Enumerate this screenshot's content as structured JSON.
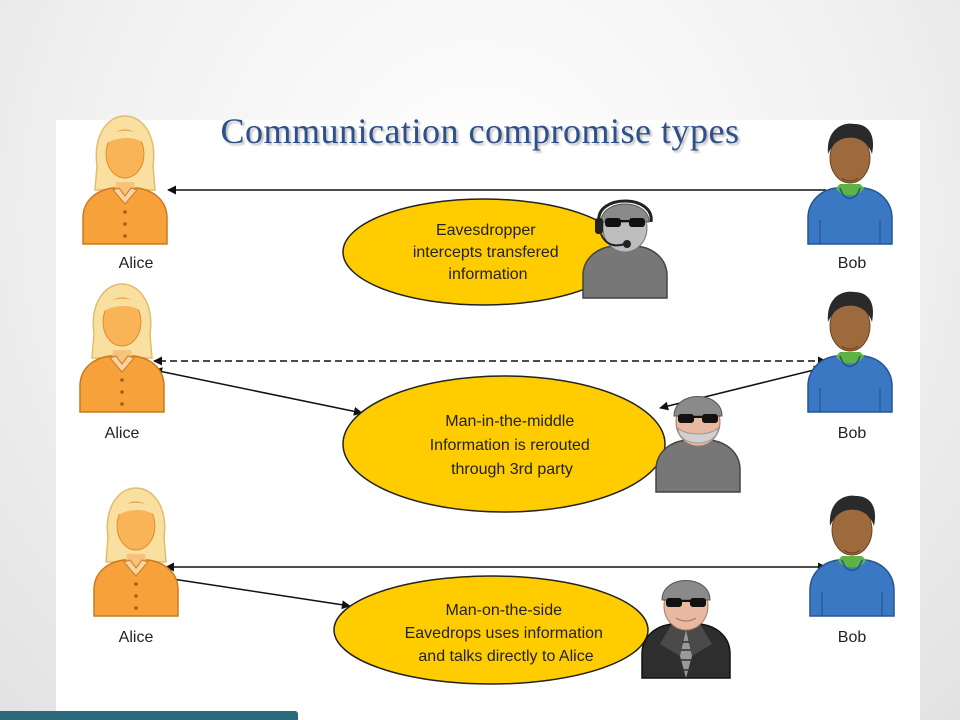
{
  "title": "Communication compromise types",
  "colors": {
    "title": "#2d4f8a",
    "ellipse_fill": "#ffcc00",
    "alice": "#f7a13a",
    "alice_hair": "#f9dfa0",
    "bob_shirt": "#3b78c4",
    "bob_skin": "#9c6a3c",
    "attacker": "#8a8a8a",
    "accent_bar": "#2b6a7a"
  },
  "rows": [
    {
      "alice_label": "Alice",
      "bob_label": "Bob",
      "lines": [
        "Eavesdropper",
        "intercepts transfered",
        "information"
      ],
      "attacker_icon": "eavesdropper-headset-icon"
    },
    {
      "alice_label": "Alice",
      "bob_label": "Bob",
      "lines": [
        "Man-in-the-middle",
        "Information is rerouted",
        "through 3rd party"
      ],
      "attacker_icon": "bearded-spy-icon"
    },
    {
      "alice_label": "Alice",
      "bob_label": "Bob",
      "lines": [
        "Man-on-the-side",
        "Eavedrops uses information",
        "and talks directly to Alice"
      ],
      "attacker_icon": "trenchcoat-spy-icon"
    }
  ]
}
